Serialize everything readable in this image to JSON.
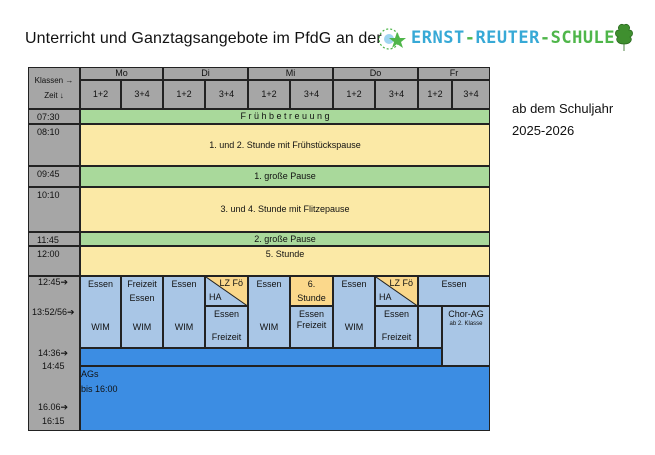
{
  "header": {
    "title": "Unterricht und Ganztagsangebote im PfdG an der",
    "school_part1": "ERNST",
    "school_part2": "REUTER",
    "school_part3": "SCHULE"
  },
  "side_note": {
    "line1": "ab dem Schuljahr",
    "line2": "2025-2026"
  },
  "days": [
    "Mo",
    "Di",
    "Mi",
    "Do",
    "Fr"
  ],
  "corner": {
    "klassen": "Klassen →",
    "zeit": "Zeit ↓"
  },
  "grades": [
    "1+2",
    "3+4"
  ],
  "times": {
    "t0730": "07:30",
    "t0810": "08:10",
    "t0945": "09:45",
    "t1010": "10:10",
    "t1145": "11:45",
    "t1200": "12:00",
    "t1245": "12:45➔",
    "t1352": "13:52/56➔",
    "t1436": "14:36➔",
    "t1445": "14:45",
    "t1606": "16.06➔",
    "t1615": "16:15"
  },
  "rows": {
    "fruehbetreuung": "F r ü h b e t r e u u n g",
    "stunde12": "1. und 2. Stunde mit Frühstückspause",
    "pause1": "1. große Pause",
    "stunde34": "3. und 4. Stunde mit Flitzepause",
    "pause2": "2. große Pause",
    "stunde5": "5. Stunde"
  },
  "afternoon": {
    "essen": "Essen",
    "freizeit": "Freizeit",
    "wim": "WIM",
    "lzfoe": "LZ Fö",
    "ha": "HA",
    "stunde6_a": "6.",
    "stunde6_b": "Stunde",
    "chor": "Chor-AG",
    "chor_sub": "ab 2. Klasse"
  },
  "ags": {
    "label": "AGs",
    "until": "bis 16:00"
  },
  "colors": {
    "gray": "#a6a6a6",
    "green": "#a9d99b",
    "yellow": "#fbe9a6",
    "blue": "#a9c6e6",
    "orange": "#fbd88b",
    "dark_blue": "#3c8de3"
  }
}
